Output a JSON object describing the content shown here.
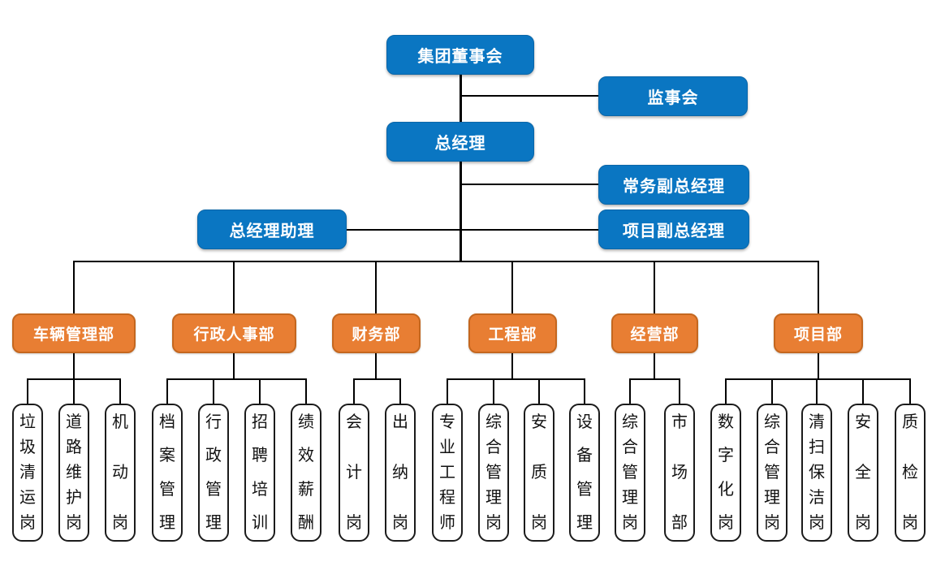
{
  "colors": {
    "executive_box": "#0A76C2",
    "department_box": "#E87E33",
    "department_border": "#C4671F",
    "position_border": "#1B1B1B",
    "connector": "#000000",
    "background": "#FFFFFF"
  },
  "org_chart": {
    "executive_nodes": [
      {
        "id": "board",
        "label": "集团董事会"
      },
      {
        "id": "supervisory",
        "label": "监事会"
      },
      {
        "id": "general_manager",
        "label": "总经理"
      },
      {
        "id": "executive_deputy_gm",
        "label": "常务副总经理"
      },
      {
        "id": "gm_assistant",
        "label": "总经理助理"
      },
      {
        "id": "project_deputy_gm",
        "label": "项目副总经理"
      }
    ],
    "departments": [
      {
        "label": "车辆管理部",
        "positions": [
          "垃圾清运岗",
          "道路维护岗",
          "机动岗"
        ]
      },
      {
        "label": "行政人事部",
        "positions": [
          "档案管理",
          "行政管理",
          "招聘培训",
          "绩效薪酬"
        ]
      },
      {
        "label": "财务部",
        "positions": [
          "会计岗",
          "出纳岗"
        ]
      },
      {
        "label": "工程部",
        "positions": [
          "专业工程师",
          "综合管理岗",
          "安质岗",
          "设备管理"
        ]
      },
      {
        "label": "经营部",
        "positions": [
          "综合管理岗",
          "市场部"
        ]
      },
      {
        "label": "项目部",
        "positions": [
          "数字化岗",
          "综合管理岗",
          "清扫保洁岗",
          "安全岗",
          "质检岗"
        ]
      }
    ]
  }
}
